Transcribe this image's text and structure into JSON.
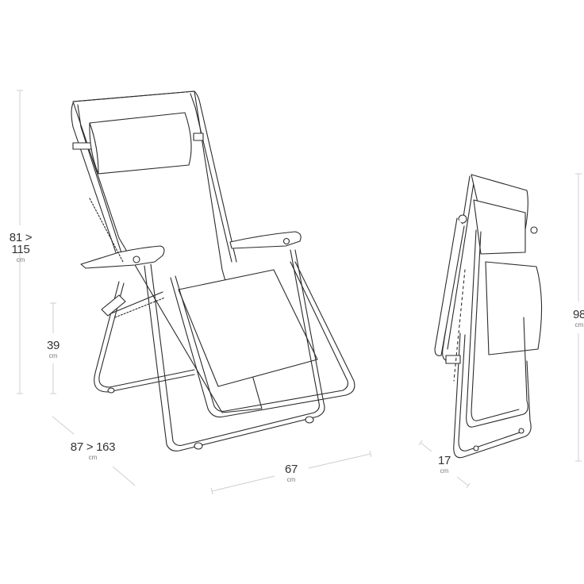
{
  "diagram": {
    "subject": "Folding reclining zero-gravity chair",
    "colors": {
      "line": "#2b2b2b",
      "dimension_line": "#cccccc",
      "label": "#333333",
      "unit": "#777777"
    },
    "views": [
      {
        "name": "open-chair",
        "description": "Reclined chair, perspective view"
      },
      {
        "name": "folded-chair",
        "description": "Chair folded flat, perspective view"
      }
    ],
    "dimensions": {
      "height_open": {
        "value": "81 > 115",
        "unit": "cm"
      },
      "seat_height": {
        "value": "39",
        "unit": "cm"
      },
      "depth_open": {
        "value": "87 > 163",
        "unit": "cm"
      },
      "width_open": {
        "value": "67",
        "unit": "cm"
      },
      "height_folded": {
        "value": "98",
        "unit": "cm"
      },
      "thickness_folded": {
        "value": "17",
        "unit": "cm"
      }
    }
  }
}
